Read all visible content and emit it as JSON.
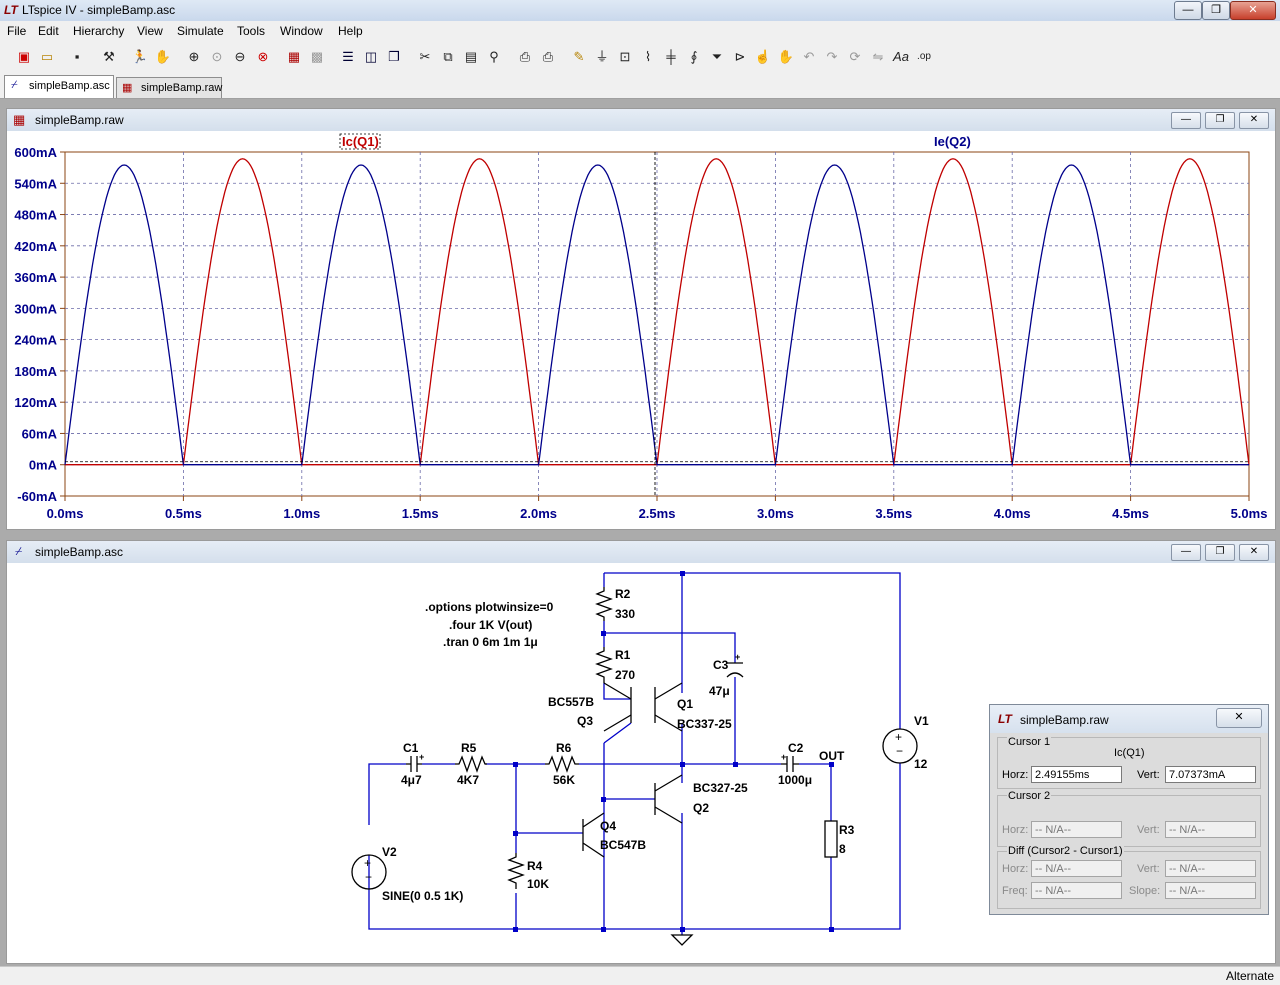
{
  "window": {
    "title": "LTspice IV - simpleBamp.asc",
    "min": "—",
    "max": "❐",
    "close": "✕"
  },
  "menu": [
    "File",
    "Edit",
    "Hierarchy",
    "View",
    "Simulate",
    "Tools",
    "Window",
    "Help"
  ],
  "toolbar": [
    "new-schematic",
    "open",
    "save",
    "control-panel",
    "run",
    "halt",
    "zoom-in",
    "pan",
    "zoom-out",
    "zoom-fit",
    "autorange",
    "grid",
    "tile-horizontal",
    "tile-vertical",
    "cascade",
    "cut",
    "copy",
    "paste",
    "find",
    "print-preview",
    "print",
    "draw-wire",
    "ground",
    "label-net",
    "resistor",
    "capacitor",
    "inductor",
    "diode",
    "component",
    "move",
    "drag",
    "undo",
    "redo",
    "rotate",
    "mirror",
    "text",
    "spice-directive"
  ],
  "tabs": [
    {
      "label": "simpleBamp.asc"
    },
    {
      "label": "simpleBamp.raw"
    }
  ],
  "plot_window": {
    "title": "simpleBamp.raw"
  },
  "schematic_window": {
    "title": "simpleBamp.asc"
  },
  "chart_data": {
    "type": "line",
    "title": "",
    "xlabel": "",
    "ylabel": "",
    "xlim": [
      0,
      5
    ],
    "ylim": [
      -60,
      600
    ],
    "grid": true,
    "x_ticks": [
      "0.0ms",
      "0.5ms",
      "1.0ms",
      "1.5ms",
      "2.0ms",
      "2.5ms",
      "3.0ms",
      "3.5ms",
      "4.0ms",
      "4.5ms",
      "5.0ms"
    ],
    "y_ticks": [
      "600mA",
      "540mA",
      "480mA",
      "420mA",
      "360mA",
      "300mA",
      "240mA",
      "180mA",
      "120mA",
      "60mA",
      "0mA",
      "-60mA"
    ],
    "y_tick_values": [
      600,
      540,
      480,
      420,
      360,
      300,
      240,
      180,
      120,
      60,
      0,
      -60
    ],
    "series": [
      {
        "name": "Ic(Q1)",
        "color": "#c00000",
        "peak": 587,
        "active_half_cycles_ms": [
          [
            0.5,
            1.0
          ],
          [
            1.5,
            2.0
          ],
          [
            2.5,
            3.0
          ],
          [
            3.5,
            4.0
          ],
          [
            4.5,
            5.0
          ]
        ]
      },
      {
        "name": "Ie(Q2)",
        "color": "#00008b",
        "peak": 575,
        "active_half_cycles_ms": [
          [
            0.0,
            0.5
          ],
          [
            1.0,
            1.5
          ],
          [
            2.0,
            2.5
          ],
          [
            3.0,
            3.5
          ],
          [
            4.0,
            4.5
          ]
        ]
      }
    ],
    "cursor_x_ms": 2.49155
  },
  "schematic": {
    "directives": [
      ".options plotwinsize=0",
      ".four 1K V(out)",
      ".tran 0 6m 1m 1μ"
    ],
    "components": {
      "R2": {
        "name": "R2",
        "value": "330"
      },
      "R1": {
        "name": "R1",
        "value": "270"
      },
      "C3": {
        "name": "C3",
        "value": "47μ"
      },
      "Q1": {
        "name": "Q1",
        "value": "BC337-25"
      },
      "Q3": {
        "name": "Q3",
        "value": "BC557B"
      },
      "Q2": {
        "name": "Q2",
        "value": "BC327-25"
      },
      "Q4": {
        "name": "Q4",
        "value": "BC547B"
      },
      "C1": {
        "name": "C1",
        "value": "4μ7"
      },
      "R5": {
        "name": "R5",
        "value": "4K7"
      },
      "R6": {
        "name": "R6",
        "value": "56K"
      },
      "R4": {
        "name": "R4",
        "value": "10K"
      },
      "C2": {
        "name": "C2",
        "value": "1000μ"
      },
      "R3": {
        "name": "R3",
        "value": "8"
      },
      "V1": {
        "name": "V1",
        "value": "12"
      },
      "V2": {
        "name": "V2",
        "value": "SINE(0 0.5 1K)"
      }
    },
    "out_label": "OUT"
  },
  "cursor_window": {
    "title": "simpleBamp.raw",
    "close": "✕",
    "cursor1_label": "Cursor 1",
    "trace": "Ic(Q1)",
    "horz_label": "Horz:",
    "vert_label": "Vert:",
    "horz": "2.49155ms",
    "vert": "7.07373mA",
    "cursor2_label": "Cursor 2",
    "c2_horz": "-- N/A--",
    "c2_vert": "-- N/A--",
    "diff_label": "Diff (Cursor2 - Cursor1)",
    "freq_label": "Freq:",
    "slope_label": "Slope:",
    "d_horz": "-- N/A--",
    "d_vert": "-- N/A--",
    "d_freq": "-- N/A--",
    "d_slope": "-- N/A--"
  },
  "status": {
    "right": "Alternate"
  }
}
